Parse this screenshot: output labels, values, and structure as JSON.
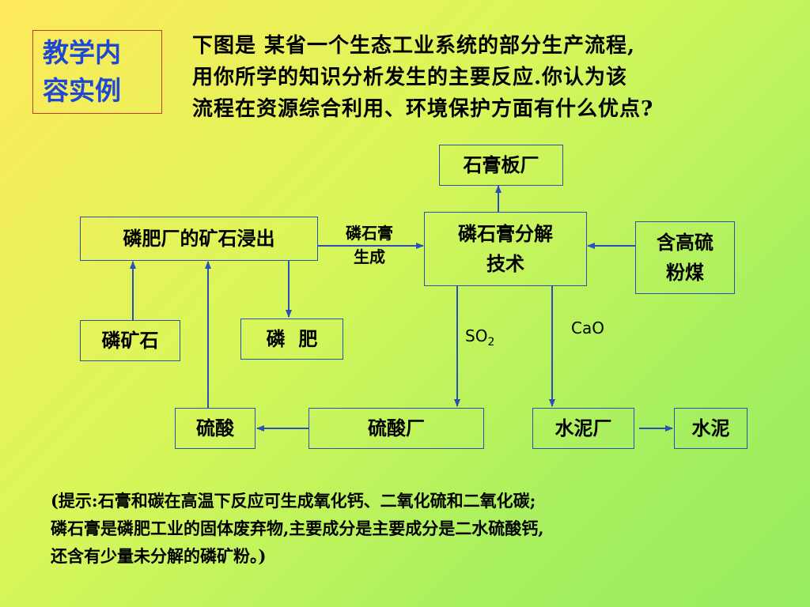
{
  "tag": {
    "line1": "教学内",
    "line2": "容实例"
  },
  "intro": {
    "line1": "下图是 某省一个生态工业系统的部分生产流程,",
    "line2": "用你所学的知识分析发生的主要反应.你认为该",
    "line3": "流程在资源综合利用、环境保护方面有什么优点?"
  },
  "nodes": {
    "gypsum_board_plant": "石膏板厂",
    "ore_leaching": "磷肥厂的矿石浸出",
    "decomposition_line1": "磷石膏分解",
    "decomposition_line2": "技术",
    "sulfur_coal_line1": "含高硫",
    "sulfur_coal_line2": "粉煤",
    "phosphate_rock": "磷矿石",
    "phosphate_fertilizer": "磷  肥",
    "sulfuric_acid": "硫酸",
    "sulfuric_acid_plant": "硫酸厂",
    "cement_plant": "水泥厂",
    "cement": "水泥"
  },
  "edge_labels": {
    "phosphogypsum_line1": "磷石膏",
    "phosphogypsum_line2": "生成",
    "so2_base": "SO",
    "so2_sub": "2",
    "cao": "CaO"
  },
  "hint": {
    "line1": "(提示:石膏和碳在高温下反应可生成氧化钙、二氧化硫和二氧化碳;",
    "line2": "磷石膏是磷肥工业的固体废弃物,主要成分是主要成分是二水硫酸钙,",
    "line3": "还含有少量未分解的磷矿粉。)"
  },
  "colors": {
    "arrow": "#2b4fb8",
    "tag_text": "#1f47d6",
    "tag_border": "#c0392b"
  }
}
